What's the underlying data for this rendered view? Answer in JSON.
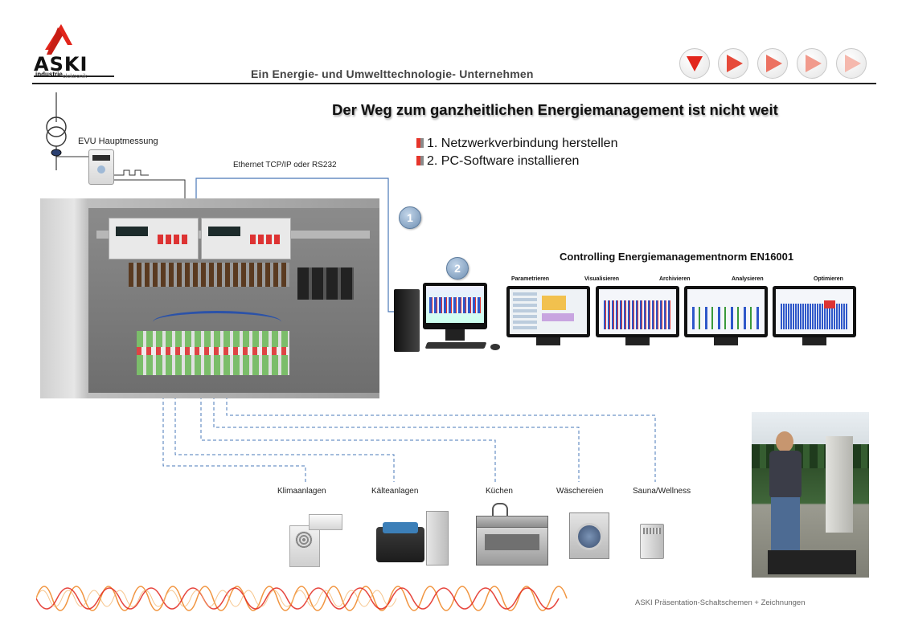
{
  "header": {
    "logo": {
      "brand": "ASKI",
      "line1": "industrie",
      "line2": "elektronik",
      "color": "#e2251b"
    },
    "tagline": "Ein Energie- und Umwelttechnologie- Unternehmen",
    "nav_buttons": [
      {
        "icon": "play-down-icon"
      },
      {
        "icon": "play-right-icon"
      },
      {
        "icon": "play-right-icon"
      },
      {
        "icon": "play-right-icon"
      },
      {
        "icon": "play-right-icon"
      }
    ]
  },
  "title": "Der Weg zum ganzheitlichen Energiemanagement ist nicht weit",
  "steps": [
    "1. Netzwerkverbindung herstellen",
    "2. PC-Software installieren"
  ],
  "meter": {
    "label": "EVU Hauptmessung"
  },
  "connection": {
    "label": "Ethernet TCP/IP oder RS232"
  },
  "markers": [
    "1",
    "2"
  ],
  "controlling": {
    "title": "Controlling Energiemanagementnorm EN16001",
    "labels": [
      "Parametrieren",
      "Visualisieren",
      "Archivieren",
      "Analysieren",
      "Optimieren"
    ]
  },
  "consumers": [
    "Klimaanlagen",
    "Kälteanlagen",
    "Küchen",
    "Wäschereien",
    "Sauna/Wellness"
  ],
  "footer": "ASKI Präsentation-Schaltschemen + Zeichnungen",
  "colors": {
    "accent": "#e2251b",
    "line_blue": "#4a78b8",
    "monitor_blue": "#2e57c9"
  }
}
